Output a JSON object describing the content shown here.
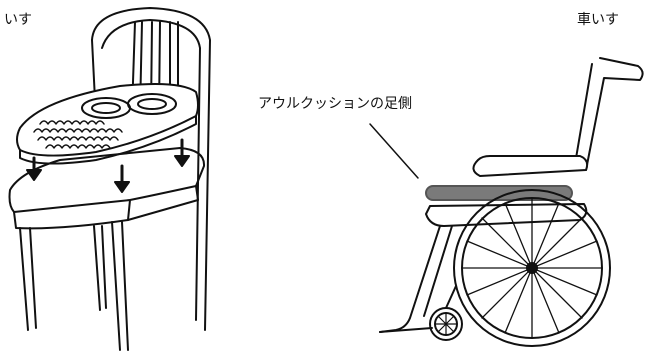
{
  "labels": {
    "chair": "いす",
    "wheelchair": "車いす",
    "cushion_foot_side": "アウルクッションの足側"
  },
  "colors": {
    "line": "#111111",
    "cushion_highlight": "#7a7a7a",
    "background": "#ffffff"
  }
}
